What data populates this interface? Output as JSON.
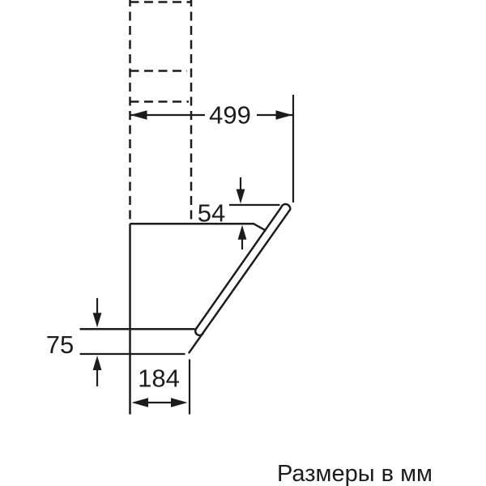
{
  "colors": {
    "ink": "#1c1c1c",
    "background": "#ffffff"
  },
  "caption": "Размеры в мм",
  "dimensions": {
    "width_mm": "499",
    "top_offset_mm": "54",
    "bottom_overhang_mm": "75",
    "lower_depth_mm": "184"
  }
}
